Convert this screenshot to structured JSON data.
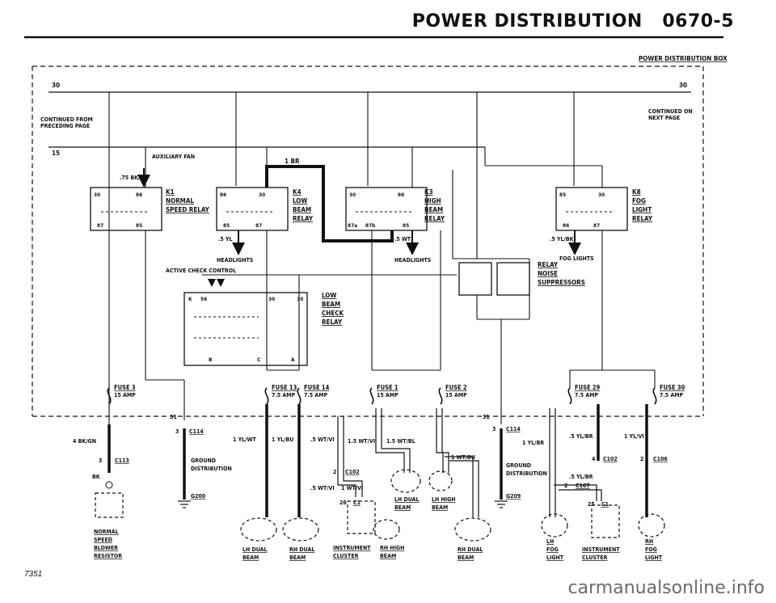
{
  "header": {
    "title": "POWER DISTRIBUTION",
    "page": "0670-5"
  },
  "box_title": "POWER DISTRIBUTION BOX",
  "bus": {
    "b30_left": "30",
    "b30_right": "30",
    "b15": "15",
    "cont_from": [
      "CONTINUED FROM",
      "PRECEDING PAGE"
    ],
    "cont_on": [
      "CONTINUED ON",
      "NEXT PAGE"
    ]
  },
  "relays": {
    "k1": {
      "id": "K1",
      "name": [
        "NORMAL",
        "SPEED RELAY"
      ],
      "pins": [
        "30",
        "86",
        "87",
        "85"
      ]
    },
    "k4": {
      "id": "K4",
      "name": [
        "LOW",
        "BEAM",
        "RELAY"
      ],
      "pins": [
        "86",
        "30",
        "85",
        "87"
      ]
    },
    "k3": {
      "id": "K3",
      "name": [
        "HIGH",
        "BEAM",
        "RELAY"
      ],
      "pins": [
        "30",
        "86",
        "87a",
        "87b",
        "85"
      ]
    },
    "k8": {
      "id": "K8",
      "name": [
        "FOG",
        "LIGHT",
        "RELAY"
      ],
      "pins": [
        "85",
        "30",
        "86",
        "87"
      ]
    },
    "lbc": {
      "name": [
        "LOW",
        "BEAM",
        "CHECK",
        "RELAY"
      ],
      "pins": [
        "K",
        "56",
        "30",
        "30",
        "B",
        "C",
        "A"
      ]
    }
  },
  "labels": {
    "aux_fan": "AUXILIARY FAN",
    "w075": ".75 BK/WT",
    "w1br": "1 BR",
    "w5yl": ".5 YL",
    "w5wt": ".5 WT",
    "w5ylbk": ".5 YL/BK",
    "headlights1": "HEADLIGHTS",
    "headlights2": "HEADLIGHTS",
    "fog_lights": "FOG LIGHTS",
    "active_check": "ACTIVE CHECK CONTROL",
    "noise": [
      "RELAY",
      "NOISE",
      "SUPPRESSORS"
    ]
  },
  "fuses": [
    {
      "name": "FUSE 3",
      "amp": "15 AMP"
    },
    {
      "name": "FUSE 13",
      "amp": "7.5 AMP"
    },
    {
      "name": "FUSE 14",
      "amp": "7.5 AMP"
    },
    {
      "name": "FUSE 1",
      "amp": "15 AMP"
    },
    {
      "name": "FUSE 2",
      "amp": "15 AMP"
    },
    {
      "name": "FUSE 29",
      "amp": "7.5 AMP"
    },
    {
      "name": "FUSE 30",
      "amp": "7.5 AMP"
    }
  ],
  "wires": {
    "bkgn": "4 BK/GN",
    "ylwt": "1 YL/WT",
    "ylbu": "1 YL/BU",
    "wtvi5": ".5 WT/VI",
    "wtvi15": "1.5 WT/VI",
    "wtbl15": "1.5 WT/BL",
    "wtbu1": "1 WT/BU",
    "wtvi5b": ".5 WT/VI",
    "wtvi1": "1 WT/VI",
    "ylbr1": "1 YL/BR",
    "ylbr5": ".5 YL/BR",
    "ylbr5b": ".5 YL/BR",
    "ylvi1": "1 YL/VI",
    "bk": "BK"
  },
  "connectors": {
    "c114a": "C114",
    "c114a_pin": "3",
    "c113": "C113",
    "c113_pin": "3",
    "c114b": "C114",
    "c114b_pin": "3",
    "c102a": "C102",
    "c102a_pin": "2",
    "c1a": "C1",
    "c1a_pin": "26",
    "c102b": "C102",
    "c102b_pin": "4",
    "c106": "C106",
    "c106_pin": "2",
    "c107": "C107",
    "c107_pin": "2",
    "c1b": "C1",
    "c1b_pin": "25",
    "pin31a": "31",
    "pin31b": "31"
  },
  "grounds": {
    "g1": [
      "GROUND",
      "DISTRIBUTION"
    ],
    "g200": "G200",
    "g2": [
      "GROUND",
      "DISTRIBUTION"
    ],
    "g209": "G209"
  },
  "components": {
    "blower": [
      "NORMAL",
      "SPEED",
      "BLOWER",
      "RESISTOR"
    ],
    "lh_dual_low": [
      "LH DUAL",
      "BEAM"
    ],
    "rh_dual_low": [
      "RH DUAL",
      "BEAM"
    ],
    "inst1": [
      "INSTRUMENT",
      "CLUSTER"
    ],
    "rh_high": [
      "RH HIGH",
      "BEAM"
    ],
    "lh_dual_high": [
      "LH DUAL",
      "BEAM"
    ],
    "lh_high": [
      "LH HIGH",
      "BEAM"
    ],
    "rh_dual_low2": [
      "RH DUAL",
      "BEAM"
    ],
    "lh_fog": [
      "LH",
      "FOG",
      "LIGHT"
    ],
    "inst2": [
      "INSTRUMENT",
      "CLUSTER"
    ],
    "rh_fog": [
      "RH",
      "FOG",
      "LIGHT"
    ]
  },
  "footer_code": "7351",
  "watermark": "carmanualsonline.info"
}
